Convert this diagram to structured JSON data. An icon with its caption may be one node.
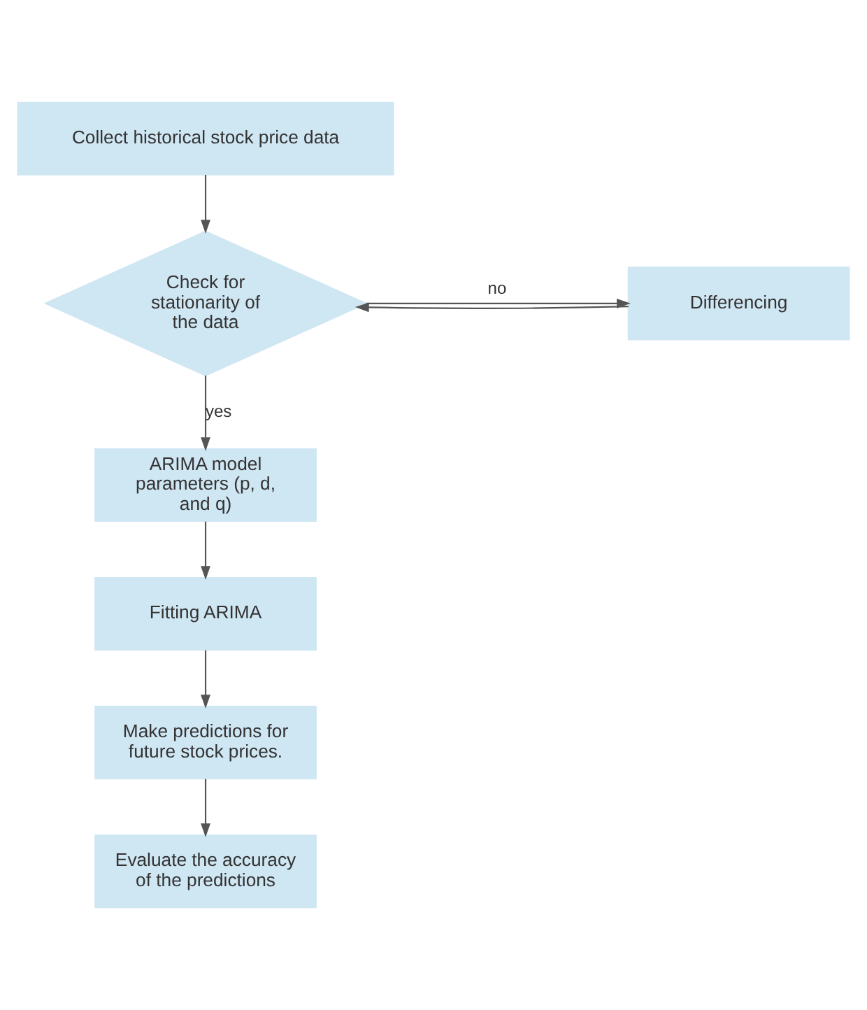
{
  "diagram": {
    "nodes": [
      {
        "text": [
          "Collect historical stock price data"
        ]
      },
      {
        "text": [
          "Check for stationarity of the data"
        ]
      },
      {
        "text": [
          "Differencing"
        ]
      },
      {
        "text": [
          "ARIMA model parameters (p, d, and q)"
        ]
      },
      {
        "text": [
          "Fitting ARIMA"
        ]
      },
      {
        "text": [
          "Make predictions for future stock prices."
        ]
      },
      {
        "text": [
          "Evaluate the accuracy of the predictions"
        ]
      }
    ],
    "edges": [
      {
        "from": 0,
        "to": 1,
        "arrow": "to"
      },
      {
        "from": 1,
        "to": 2,
        "arrow": "to",
        "label": "no"
      },
      {
        "from": 2,
        "to": 1,
        "arrow": "to"
      },
      {
        "from": 1,
        "to": 3,
        "arrow": "to",
        "label": "yes"
      },
      {
        "from": 3,
        "to": 4,
        "arrow": "to"
      },
      {
        "from": 4,
        "to": 5,
        "arrow": "to"
      },
      {
        "from": 5,
        "to": 6,
        "arrow": "to"
      }
    ]
  }
}
